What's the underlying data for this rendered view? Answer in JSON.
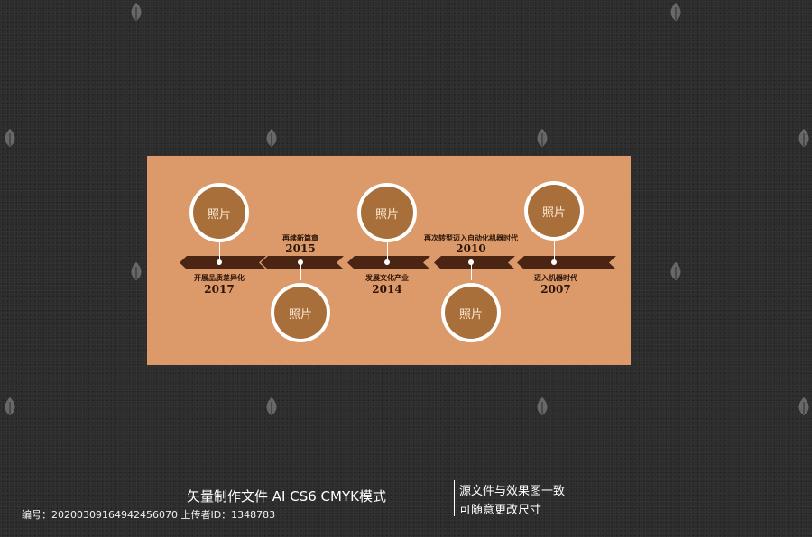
{
  "timeline": {
    "photo_label": "照片",
    "events": [
      {
        "text": "开展品质差异化",
        "year": "2017"
      },
      {
        "text": "再续新篇章",
        "year": "2015"
      },
      {
        "text": "发展文化产业",
        "year": "2014"
      },
      {
        "text": "再次转型迈入自动化机器时代",
        "year": "2010"
      },
      {
        "text": "迈入机器时代",
        "year": "2007"
      }
    ]
  },
  "caption": {
    "line1": "矢量制作文件  AI CS6 CMYK模式",
    "side_line1": "源文件与效果图一致",
    "side_line2": "可随意更改尺寸",
    "meta": "编号：20200309164942456070 上传者ID：1348783"
  },
  "colors": {
    "background": "#2c2c2c",
    "board": "#dc9a6a",
    "arrow": "#4a2514",
    "photo_circle": "#a86f3a"
  },
  "icons": [
    "watermark-leaf-icon"
  ]
}
